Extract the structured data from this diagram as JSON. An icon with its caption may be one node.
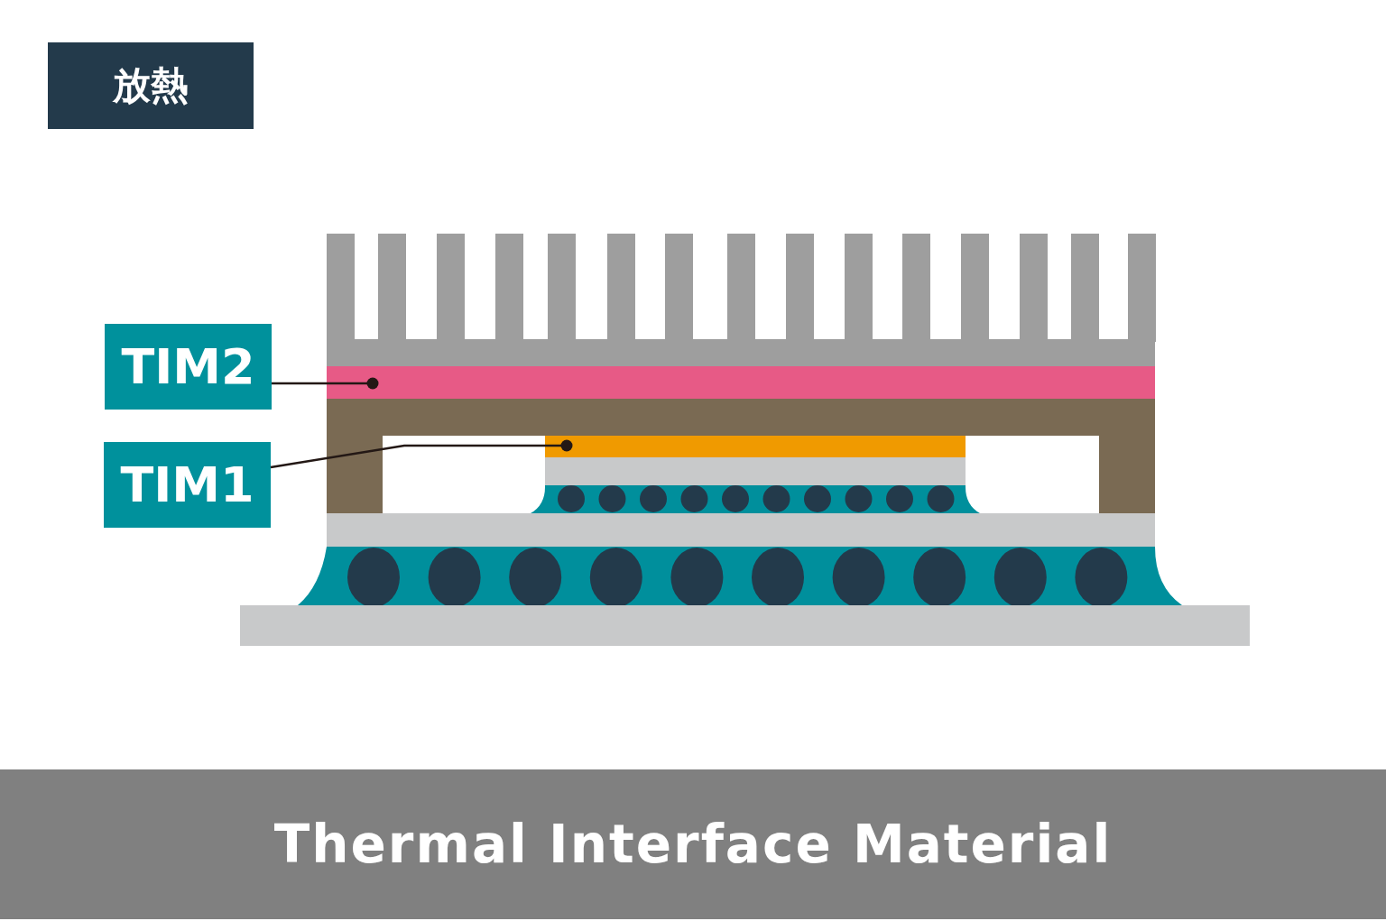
{
  "diagram": {
    "title": "放熱",
    "caption": "Thermal Interface Material",
    "nodes": [
      {
        "text": [
          "TIM2"
        ]
      },
      {
        "text": [
          "TIM1"
        ]
      },
      {
        "text": [],
        "shape": "bar"
      },
      {
        "text": [],
        "shape": "bar"
      }
    ],
    "edges": [
      {
        "from": 0,
        "to": 2,
        "arrow": "other"
      },
      {
        "from": 1,
        "to": 3,
        "arrow": "other"
      }
    ]
  }
}
